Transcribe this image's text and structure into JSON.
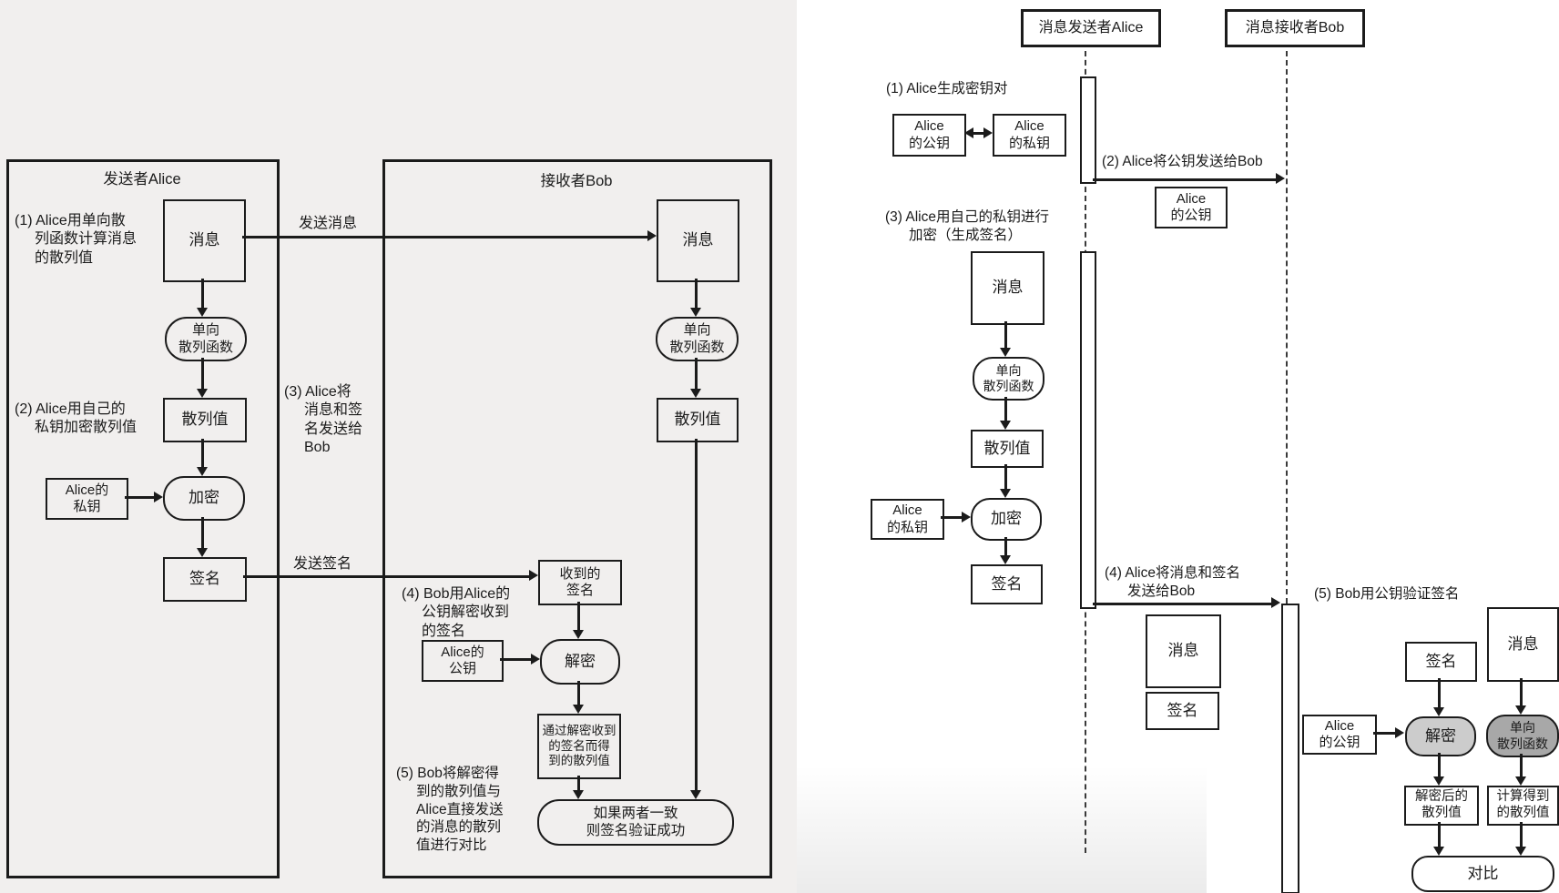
{
  "page": {
    "left_page_bg": "#f1efee",
    "right_page_bg": "#ffffff",
    "line_color": "#1b1b1b"
  },
  "left": {
    "sender_title": "发送者Alice",
    "receiver_title": "接收者Bob",
    "send_message_label": "发送消息",
    "send_signature_label": "发送签名",
    "notes": {
      "n1": [
        "(1) Alice用单向散",
        "列函数计算消息",
        "的散列值"
      ],
      "n2": [
        "(2) Alice用自己的",
        "私钥加密散列值"
      ],
      "n3": [
        "(3) Alice将",
        "消息和签",
        "名发送给",
        "Bob"
      ],
      "n4": [
        "(4) Bob用Alice的",
        "公钥解密收到",
        "的签名"
      ],
      "n5": [
        "(5) Bob将解密得",
        "到的散列值与",
        "Alice直接发送",
        "的消息的散列",
        "值进行对比"
      ]
    },
    "sender": {
      "message": "消息",
      "hash_fn": [
        "单向",
        "散列函数"
      ],
      "hash_value": "散列值",
      "encrypt": "加密",
      "private_key": [
        "Alice的",
        "私钥"
      ],
      "signature": "签名"
    },
    "receiver": {
      "message": "消息",
      "hash_fn": [
        "单向",
        "散列函数"
      ],
      "hash_value": "散列值",
      "received_signature": [
        "收到的",
        "签名"
      ],
      "public_key": [
        "Alice的",
        "公钥"
      ],
      "decrypt": "解密",
      "decrypted_hash": [
        "通过解密收到",
        "的签名而得",
        "到的散列值"
      ],
      "verdict": [
        "如果两者一致",
        "则签名验证成功"
      ]
    }
  },
  "right": {
    "alice_header": "消息发送者Alice",
    "bob_header": "消息接收者Bob",
    "steps": {
      "s1": "(1) Alice生成密钥对",
      "s2": "(2) Alice将公钥发送给Bob",
      "s3": [
        "(3) Alice用自己的私钥进行",
        "加密（生成签名）"
      ],
      "s4": [
        "(4) Alice将消息和签名",
        "发送给Bob"
      ],
      "s5": "(5) Bob用公钥验证签名"
    },
    "keypair": {
      "public_key": [
        "Alice",
        "的公钥"
      ],
      "private_key": [
        "Alice",
        "的私钥"
      ]
    },
    "sent_public_key": [
      "Alice",
      "的公钥"
    ],
    "sign_flow": {
      "message": "消息",
      "hash_fn": [
        "单向",
        "散列函数"
      ],
      "hash_value": "散列值",
      "encrypt": "加密",
      "private_key": [
        "Alice",
        "的私钥"
      ],
      "signature": "签名"
    },
    "sent_items": {
      "message": "消息",
      "signature": "签名"
    },
    "verify_flow": {
      "signature": "签名",
      "message": "消息",
      "public_key": [
        "Alice",
        "的公钥"
      ],
      "decrypt": "解密",
      "decrypt_fill": "#cccccc",
      "hash_fn": [
        "单向",
        "散列函数"
      ],
      "hash_fn_fill": "#a8a8a8",
      "decrypted_hash": [
        "解密后的",
        "散列值"
      ],
      "computed_hash": [
        "计算得到",
        "的散列值"
      ],
      "compare": "对比"
    }
  }
}
